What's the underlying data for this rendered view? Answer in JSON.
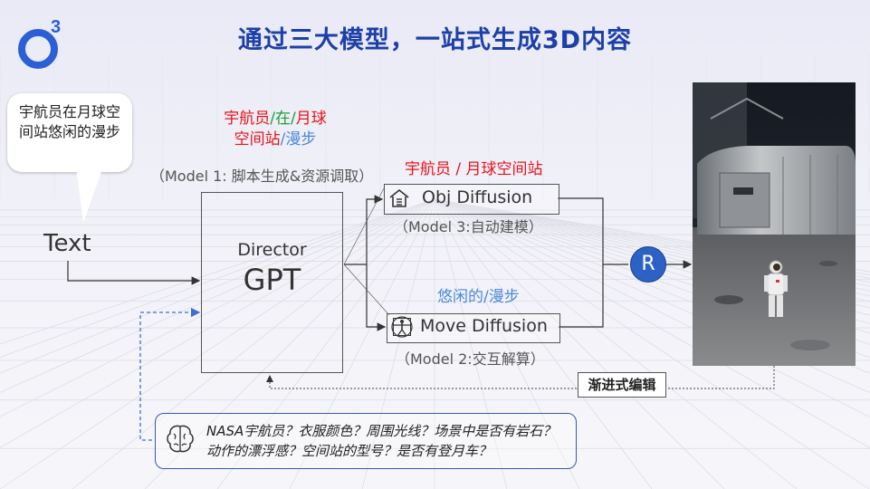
{
  "title": "通过三大模型，一站式生成3D内容",
  "logo_sup": "3",
  "bubble": {
    "text": "宇航员在月球空间站悠闲的漫步"
  },
  "input_label": "Text",
  "plan": {
    "p1": "宇航员",
    "s1": "/",
    "p2": "在",
    "s2": "/",
    "p3": "月球",
    "p4": "空间站",
    "s3": "/",
    "p5": "漫步"
  },
  "model1": "（Model 1: 脚本生成&资源调取）",
  "director": {
    "name": "Director",
    "gpt": "GPT"
  },
  "obj": {
    "tag": "宇航员 / 月球空间站",
    "label": "Obj Diffusion",
    "model": "（Model 3:自动建模）"
  },
  "move": {
    "tag": "悠闲的/漫步",
    "label": "Move Diffusion",
    "model": "（Model 2:交互解算）"
  },
  "render_node": "R",
  "progressive": "渐进式编辑",
  "questions": "NASA宇航员？衣服颜色？周围光线？场景中是否有岩石？ 动作的漂浮感？空间站的型号？是否有登月车？",
  "icons": [
    "logo-icon",
    "house-icon",
    "vitruvian-icon",
    "brain-icon"
  ],
  "colors": {
    "title": "#1d3fa8",
    "red": "#e8141b",
    "green": "#1f9e3a",
    "blue": "#4a89d8",
    "node": "#2d62c4"
  }
}
